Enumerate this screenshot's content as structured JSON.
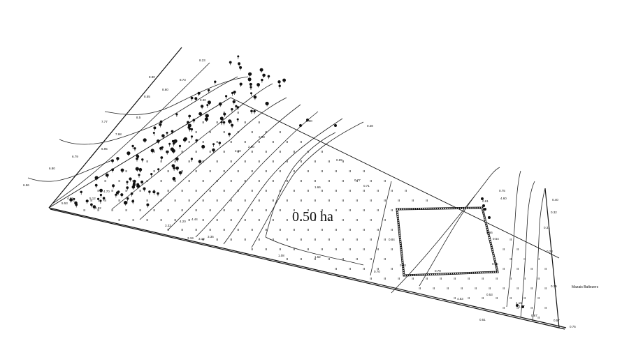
{
  "map": {
    "area_label": "0.50 ha",
    "side_label": "Mazais Baltezers",
    "spot_heights": [
      "8.23",
      "8.80",
      "8.73",
      "8.55",
      "8.60",
      "8.30",
      "8.5",
      "7.77",
      "7.68",
      "6.95",
      "6.79",
      "6.80",
      "6.56",
      "5.53",
      "5.12",
      "4.62",
      "4.70",
      "4.82",
      "4.44",
      "4.20",
      "3.32",
      "3.35",
      "3.12",
      "3.19",
      "2.88",
      "2.90",
      "2.50",
      "2.00",
      "1.08",
      "1.52",
      "1.66",
      "0.89",
      "0.77",
      "0.71",
      "0.70",
      "0.61",
      "0.84",
      "0.80",
      "0.79",
      "0.75",
      "0.66",
      "0.54",
      "0.45",
      "0.40",
      "0.32",
      "0.31",
      "0.28",
      "0.35",
      "0.28",
      "0.53",
      "4.53",
      "4.60",
      "1.16",
      "1.07",
      "0.67",
      "0.57",
      "0.51",
      "0.75"
    ]
  }
}
